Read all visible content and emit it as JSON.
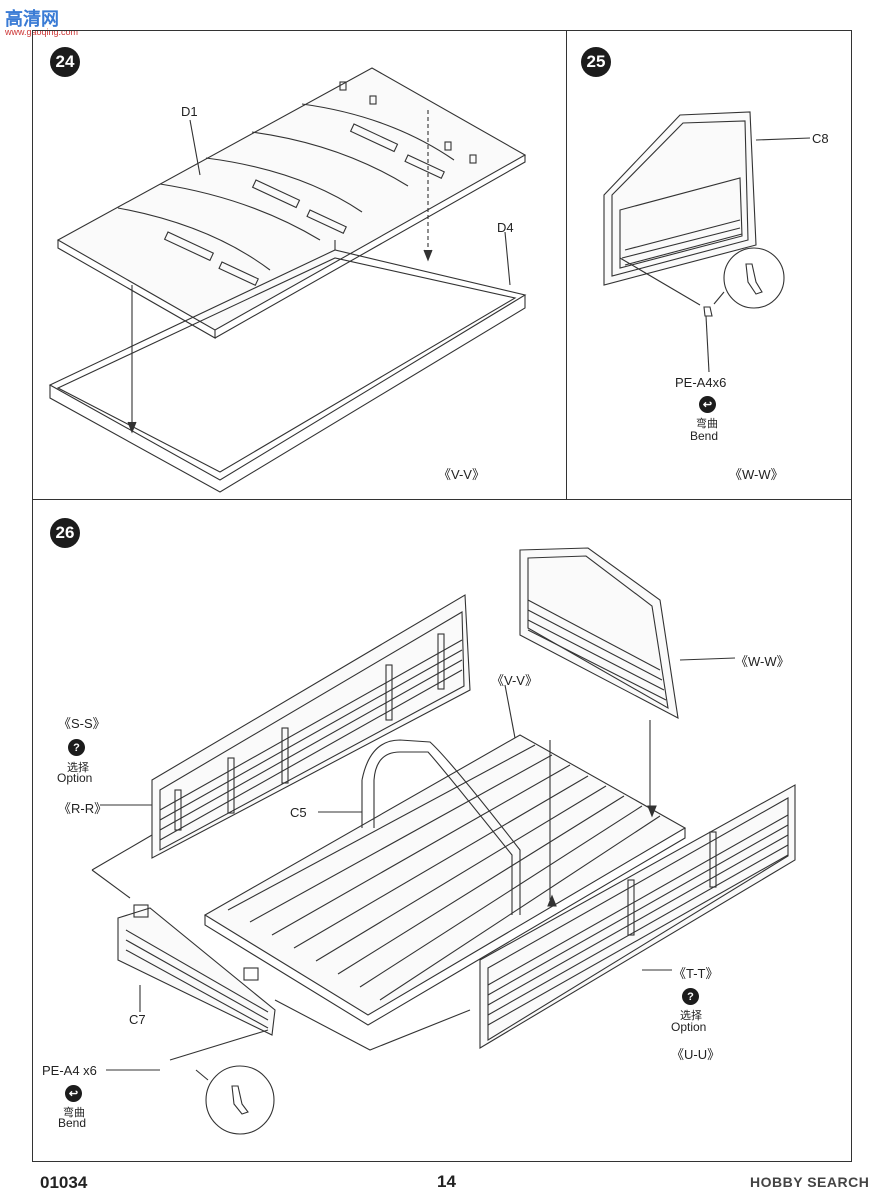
{
  "watermark_top": "高清网",
  "watermark_url": "www.gaoqing.com",
  "steps": {
    "s24": {
      "number": "24",
      "labels": {
        "d1": "D1",
        "d4": "D4",
        "view": "《V-V》"
      }
    },
    "s25": {
      "number": "25",
      "labels": {
        "c8": "C8",
        "pe": "PE-A4x6",
        "bend_cn": "弯曲",
        "bend_en": "Bend",
        "view": "《W-W》"
      }
    },
    "s26": {
      "number": "26",
      "labels": {
        "ss": "《S-S》",
        "option_cn": "选择",
        "option_en": "Option",
        "rr": "《R-R》",
        "c5": "C5",
        "c7": "C7",
        "vv": "《V-V》",
        "ww": "《W-W》",
        "tt": "《T-T》",
        "option2_cn": "选择",
        "option2_en": "Option",
        "uu": "《U-U》",
        "pe": "PE-A4 x6",
        "bend_cn": "弯曲",
        "bend_en": "Bend"
      }
    }
  },
  "icons": {
    "option": "question-icon",
    "bend": "bend-icon"
  },
  "footer": {
    "code": "01034",
    "page": "14",
    "source": "HOBBY SEARCH"
  }
}
